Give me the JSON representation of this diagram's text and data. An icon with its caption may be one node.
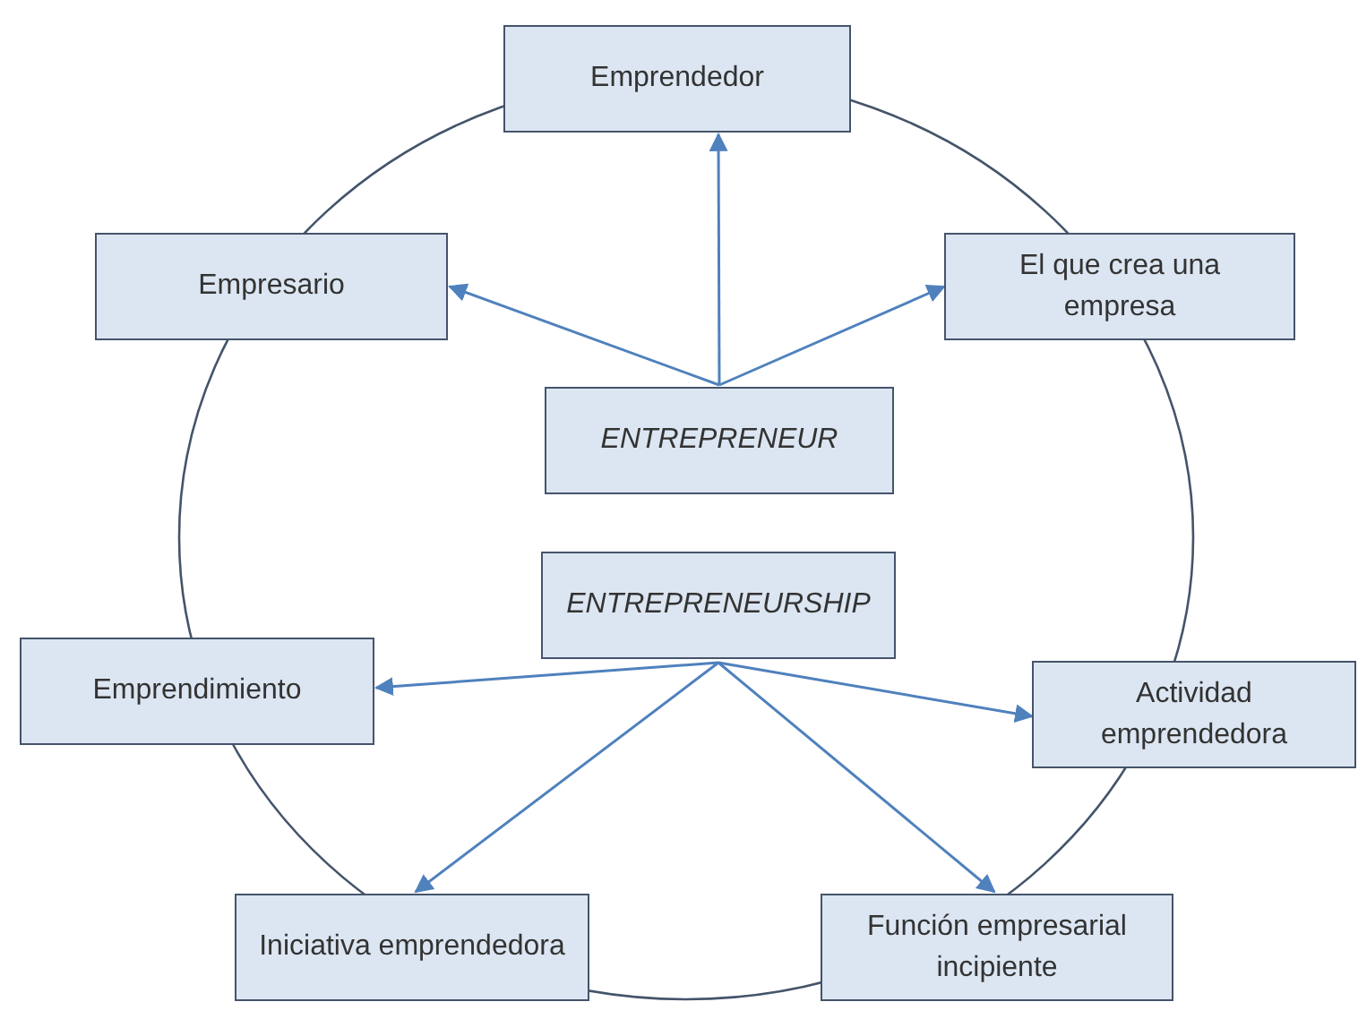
{
  "diagram": {
    "nodes": [
      {
        "text": [
          "Emprendedor"
        ]
      },
      {
        "text": [
          "Empresario"
        ]
      },
      {
        "text": [
          "El que crea una empresa"
        ]
      },
      {
        "text": [
          "ENTREPRENEUR"
        ]
      },
      {
        "text": [
          "ENTREPRENEURSHIP"
        ]
      },
      {
        "text": [
          "Emprendimiento"
        ]
      },
      {
        "text": [
          "Actividad emprendedora"
        ]
      },
      {
        "text": [
          "Iniciativa emprendedora"
        ]
      },
      {
        "text": [
          "Función empresarial incipiente"
        ]
      }
    ],
    "edges": [
      {
        "from": 3,
        "to": 0,
        "arrow": "to"
      },
      {
        "from": 3,
        "to": 1,
        "arrow": "to"
      },
      {
        "from": 3,
        "to": 2,
        "arrow": "to"
      },
      {
        "from": 4,
        "to": 5,
        "arrow": "to"
      },
      {
        "from": 4,
        "to": 6,
        "arrow": "to"
      },
      {
        "from": 4,
        "to": 7,
        "arrow": "to"
      },
      {
        "from": 4,
        "to": 8,
        "arrow": "to"
      }
    ]
  }
}
